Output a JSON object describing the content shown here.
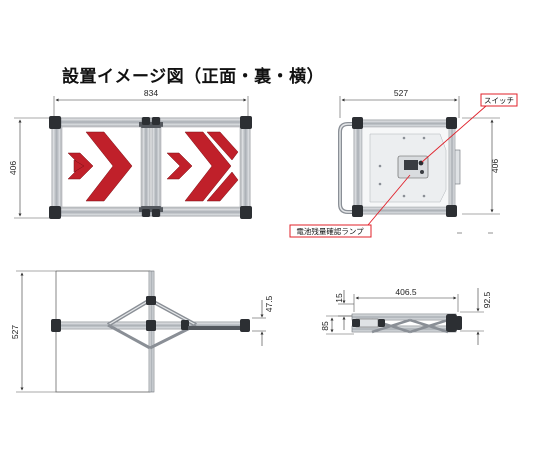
{
  "title": "設置イメージ図（正面・裏・横）",
  "front_view": {
    "width_dim": "834",
    "height_dim": "406"
  },
  "back_view": {
    "width_dim": "527",
    "height_dim": "406",
    "switch_label": "スイッチ",
    "battery_lamp_label": "電池残量確認ランプ"
  },
  "side_view": {
    "height_dim": "527",
    "offset_dim": "47.5"
  },
  "top_view": {
    "depth_dim": "406.5",
    "dim_15": "15",
    "dim_92_5": "92.5",
    "dim_85": "85"
  },
  "colors": {
    "arrow_red": "#c0202a",
    "callout_red": "#e0202a",
    "frame_gray": "#8a8f96",
    "foot_dark": "#2c2f33"
  }
}
